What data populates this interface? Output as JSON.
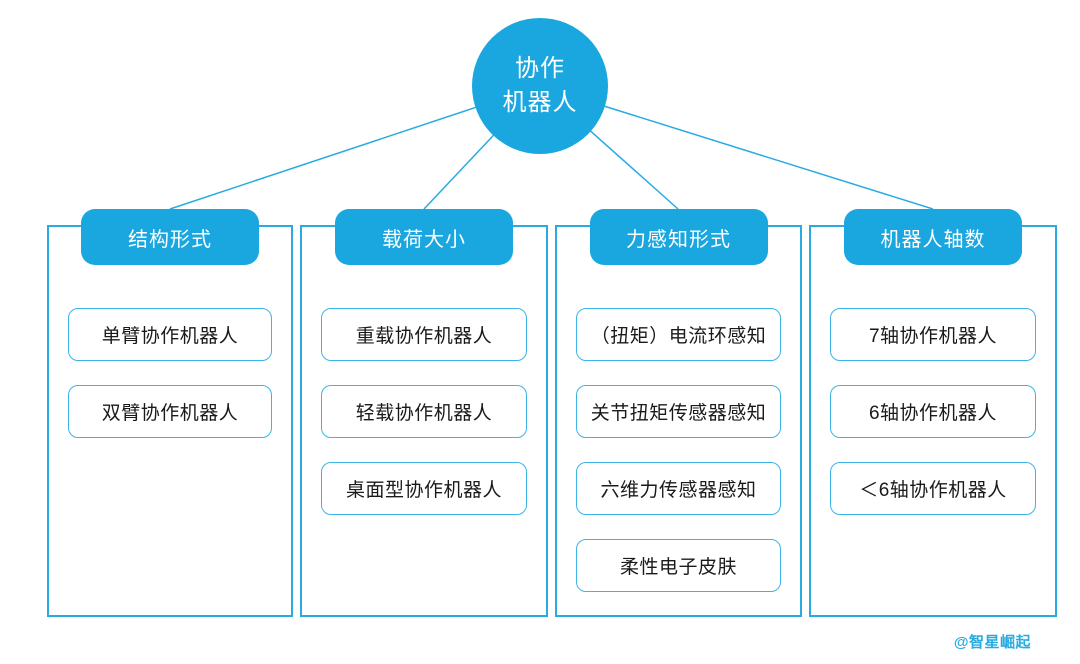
{
  "root": {
    "label_line1": "协作",
    "label_line2": "机器人"
  },
  "columns": [
    {
      "header": "结构形式",
      "items": [
        "单臂协作机器人",
        "双臂协作机器人"
      ]
    },
    {
      "header": "载荷大小",
      "items": [
        "重载协作机器人",
        "轻载协作机器人",
        "桌面型协作机器人"
      ]
    },
    {
      "header": "力感知形式",
      "items": [
        "（扭矩）电流环感知",
        "关节扭矩传感器感知",
        "六维力传感器感知",
        "柔性电子皮肤"
      ]
    },
    {
      "header": "机器人轴数",
      "items": [
        "7轴协作机器人",
        "6轴协作机器人",
        "＜6轴协作机器人"
      ]
    }
  ],
  "watermark": "@智星崛起",
  "colors": {
    "node_fill": "#1AA7E0",
    "border_line": "#29ABE2",
    "item_border": "#3CB4E8",
    "item_text": "#1a1a1a",
    "node_text": "#ffffff",
    "watermark": "#29ABE2"
  }
}
